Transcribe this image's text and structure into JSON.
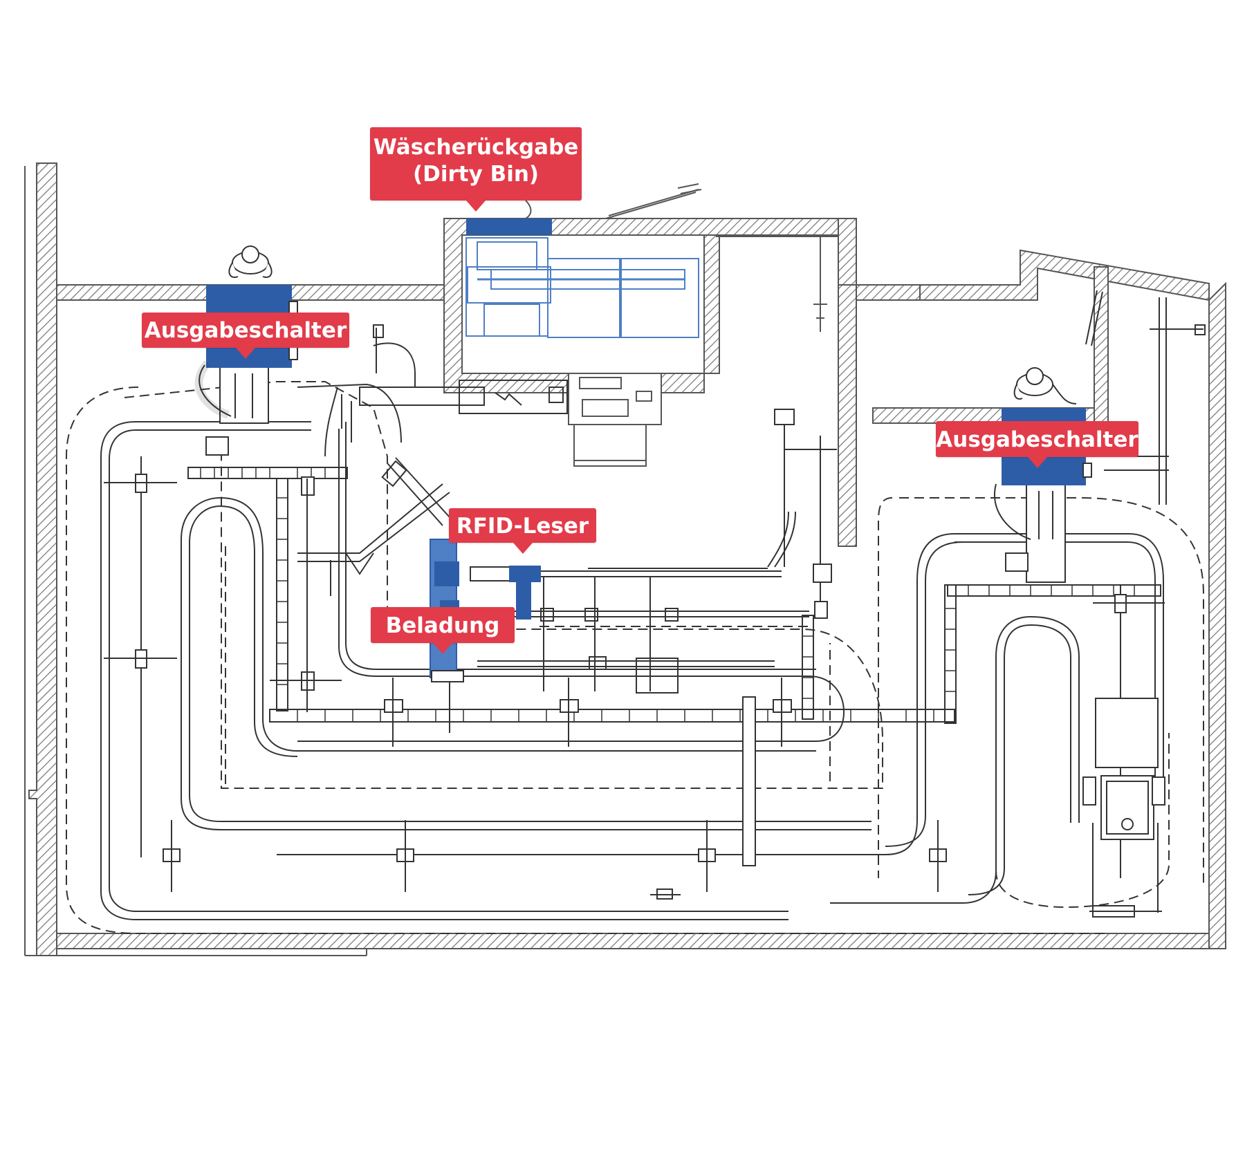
{
  "diagram": {
    "colors": {
      "wall_stroke": "#555555",
      "hatch": "#777777",
      "track": "#333333",
      "equipment_blue": "#2e5da8",
      "equipment_light_blue": "#4f7fc4",
      "callout_red": "#e23b4a",
      "callout_text": "#ffffff"
    },
    "labels": {
      "dirty_bin_line1": "Wäscherückgabe",
      "dirty_bin_line2": "(Dirty Bin)",
      "dispense_left": "Ausgabeschalter",
      "dispense_right": "Ausgabeschalter",
      "rfid_reader": "RFID-Leser",
      "loading": "Beladung"
    },
    "icons": [
      "person-icon",
      "power-outlet-icon",
      "lightning-icon",
      "keyboard-icon"
    ]
  }
}
